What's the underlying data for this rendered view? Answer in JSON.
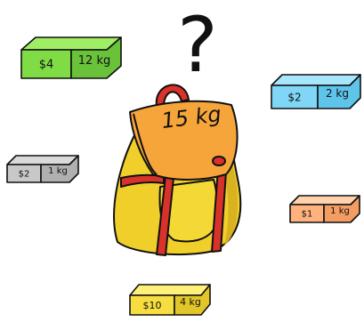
{
  "question_mark": "?",
  "knapsack": {
    "capacity_label": "15 kg"
  },
  "items": [
    {
      "price": "$4",
      "weight": "12 kg",
      "top": "#a0ee66",
      "front": "#7fdc44",
      "side": "#69c23a"
    },
    {
      "price": "$2",
      "weight": "2 kg",
      "top": "#a8e6fb",
      "front": "#7fd6f6",
      "side": "#5ec4ea"
    },
    {
      "price": "$2",
      "weight": "1 kg",
      "top": "#dadada",
      "front": "#c8c8c8",
      "side": "#b0b0b0"
    },
    {
      "price": "$1",
      "weight": "1 kg",
      "top": "#ffd2ad",
      "front": "#ffb27e",
      "side": "#f39d64"
    },
    {
      "price": "$10",
      "weight": "4 kg",
      "top": "#fff07a",
      "front": "#f6dd40",
      "side": "#e2c528"
    }
  ],
  "colors": {
    "outline": "#111111",
    "bag": "#f0cf2a",
    "bag_shade": "#d9b21f",
    "lid": "#f6a53a",
    "strap": "#d8322a"
  }
}
